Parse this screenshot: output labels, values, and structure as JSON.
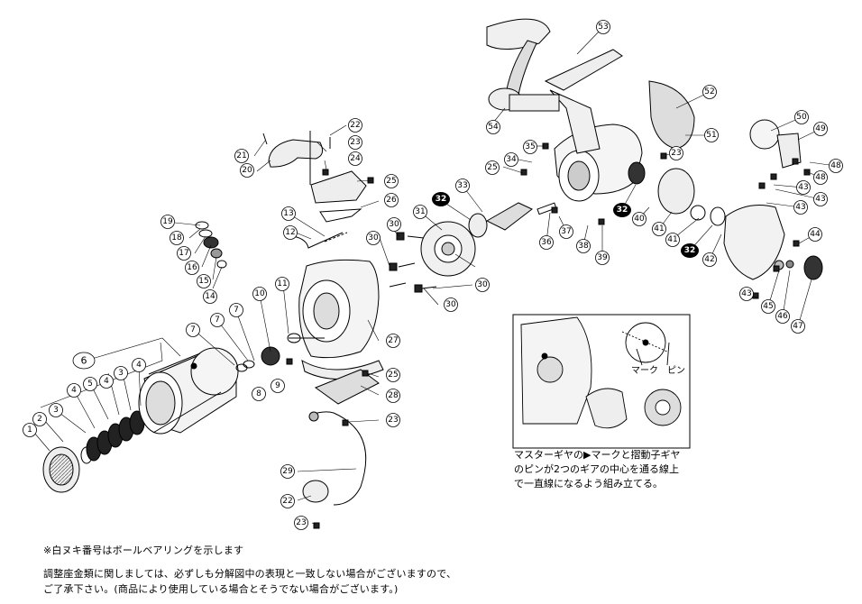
{
  "callouts": {
    "1": "1",
    "2": "2",
    "3": "3",
    "4": "4",
    "5": "5",
    "6": "6",
    "7": "7",
    "8": "8",
    "9": "9",
    "10": "10",
    "11": "11",
    "12": "12",
    "13": "13",
    "14": "14",
    "15": "15",
    "16": "16",
    "17": "17",
    "18": "18",
    "19": "19",
    "20": "20",
    "21": "21",
    "22": "22",
    "23": "23",
    "24": "24",
    "25": "25",
    "26": "26",
    "27": "27",
    "28": "28",
    "29": "29",
    "30": "30",
    "31": "31",
    "32": "32",
    "33": "33",
    "34": "34",
    "35": "35",
    "36": "36",
    "37": "37",
    "38": "38",
    "39": "39",
    "40": "40",
    "41": "41",
    "42": "42",
    "43": "43",
    "44": "44",
    "45": "45",
    "46": "46",
    "47": "47",
    "48": "48",
    "49": "49",
    "50": "50",
    "51": "51",
    "52": "52",
    "53": "53",
    "54": "54"
  },
  "inset": {
    "mark_label": "マーク",
    "pin_label": "ピン",
    "caption_lines": [
      "マスターギヤの▶マークと摺動子ギヤ",
      "のピンが2つのギアの中心を通る線上",
      "で一直線になるよう組み立てる。"
    ]
  },
  "notes": {
    "bearing_note": "※白ヌキ番号はボールベアリングを示します",
    "line1": "調整座金類に関しましては、必ずしも分解図中の表現と一致しない場合がございますので、",
    "line2": "ご了承下さい。(商品により使用している場合とそうでない場合がございます。)"
  }
}
